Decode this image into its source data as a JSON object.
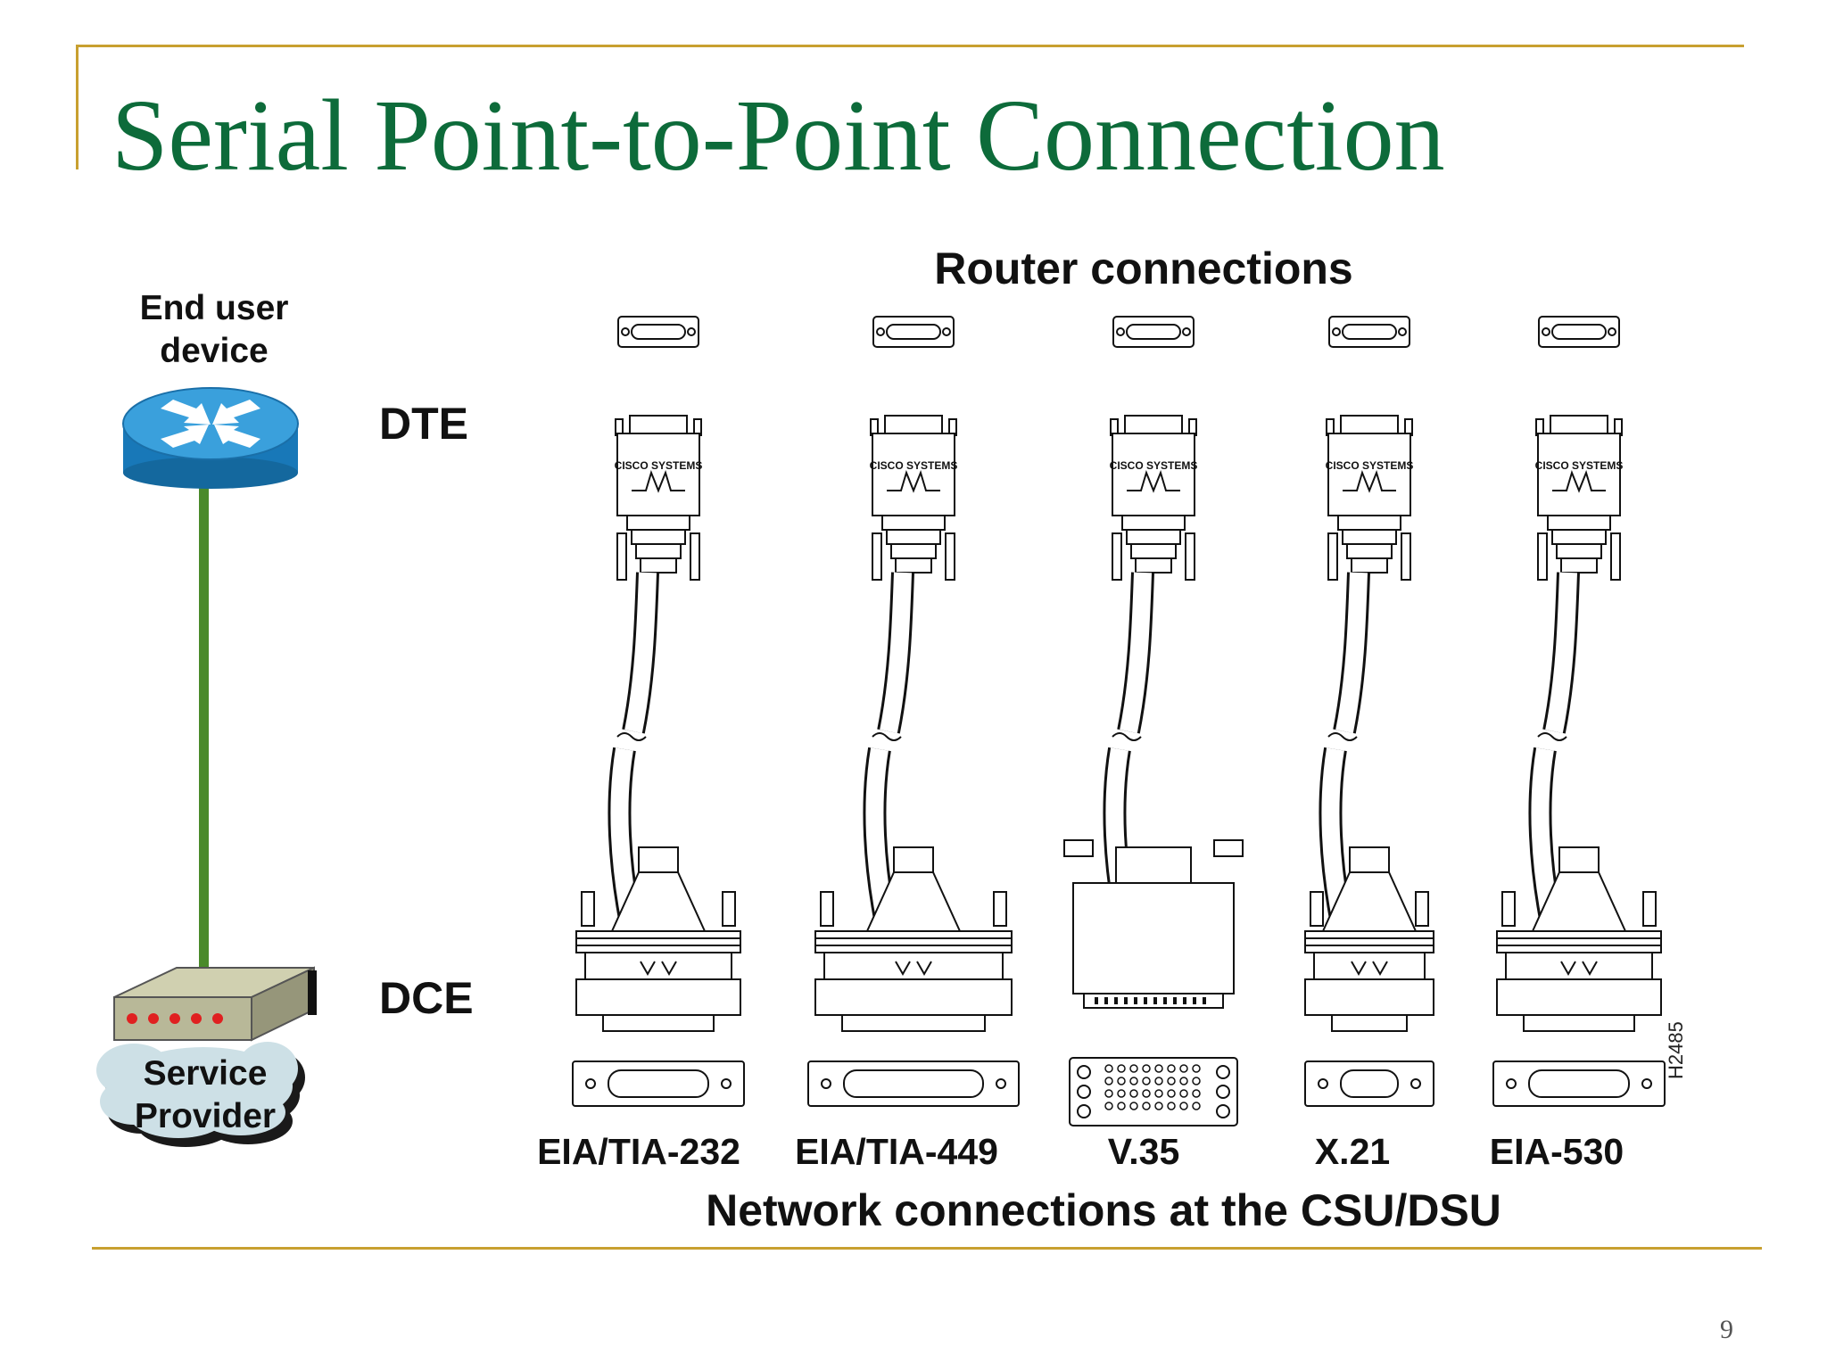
{
  "slide": {
    "title": "Serial Point-to-Point Connection",
    "page_number": "9",
    "accent_color": "#c8a030",
    "title_color": "#0d6b3a",
    "link_color": "#4a8a2a"
  },
  "devices": {
    "end_user_label": [
      "End user",
      "device"
    ],
    "dte_label": "DTE",
    "dce_label": "DCE",
    "provider_label": [
      "Service",
      "Provider"
    ],
    "router_icon": "router-icon",
    "csu_dsu_icon": "csu-dsu-icon",
    "cloud_icon": "cloud-icon"
  },
  "diagram": {
    "router_connections_label": "Router connections",
    "network_connections_label": "Network connections at the CSU/DSU",
    "figure_id": "H2485",
    "cable_brand": "CISCO SYSTEMS",
    "standards": [
      "EIA/TIA-232",
      "EIA/TIA-449",
      "V.35",
      "X.21",
      "EIA-530"
    ]
  }
}
